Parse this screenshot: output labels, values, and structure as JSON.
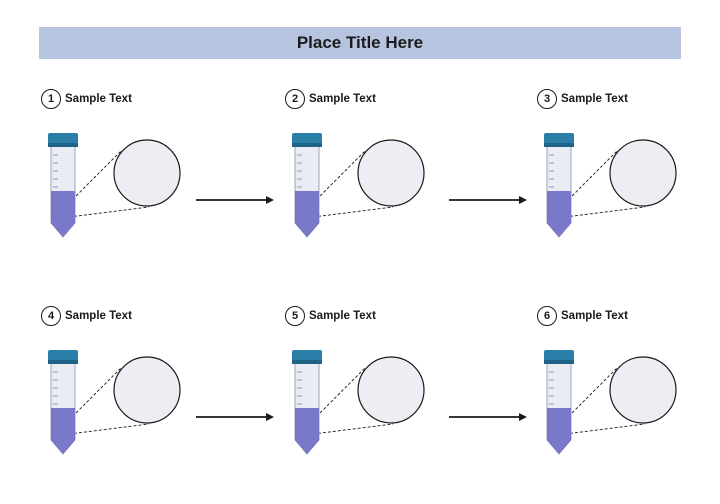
{
  "title": "Place Title Here",
  "steps": [
    {
      "number": "1",
      "label": "Sample Text"
    },
    {
      "number": "2",
      "label": "Sample Text"
    },
    {
      "number": "3",
      "label": "Sample Text"
    },
    {
      "number": "4",
      "label": "Sample Text"
    },
    {
      "number": "5",
      "label": "Sample Text"
    },
    {
      "number": "6",
      "label": "Sample Text"
    }
  ],
  "colors": {
    "title_bar": "#b6c4df",
    "tube_cap": "#2a7ea8",
    "tube_liquid": "#6e6cc4",
    "tube_glass": "#e9ecf3",
    "zoom_circle": "#eceef4",
    "arrow": "#1a1a1a"
  },
  "icons": {
    "tube": "centrifuge-tube-icon",
    "zoom": "magnifier-circle-icon",
    "arrow": "right-arrow-icon"
  }
}
